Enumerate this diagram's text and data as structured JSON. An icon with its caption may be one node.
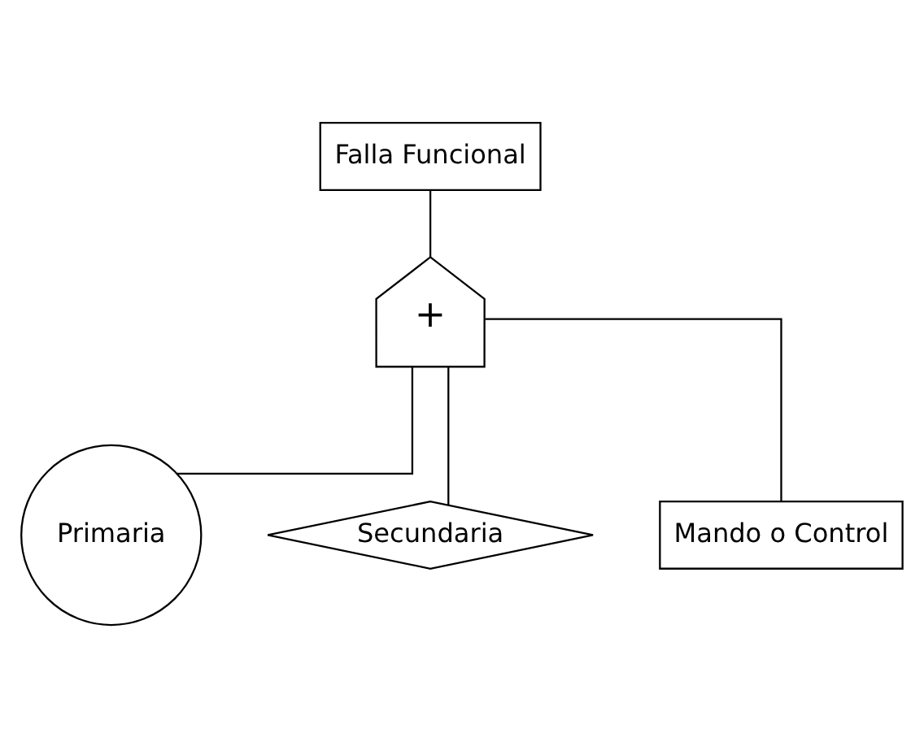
{
  "diagram": {
    "nodes": [
      {
        "text": [
          "Falla Funcional"
        ]
      },
      {
        "text": [
          "+"
        ]
      },
      {
        "text": [
          "Primaria"
        ]
      },
      {
        "text": [
          "Secundaria"
        ]
      },
      {
        "text": [
          "Mando o Control"
        ]
      }
    ],
    "edges": [
      {
        "from": 0,
        "to": 1,
        "arrow": "none"
      },
      {
        "from": 1,
        "to": 2,
        "arrow": "none"
      },
      {
        "from": 1,
        "to": 3,
        "arrow": "none"
      },
      {
        "from": 1,
        "to": 4,
        "arrow": "none"
      }
    ]
  }
}
